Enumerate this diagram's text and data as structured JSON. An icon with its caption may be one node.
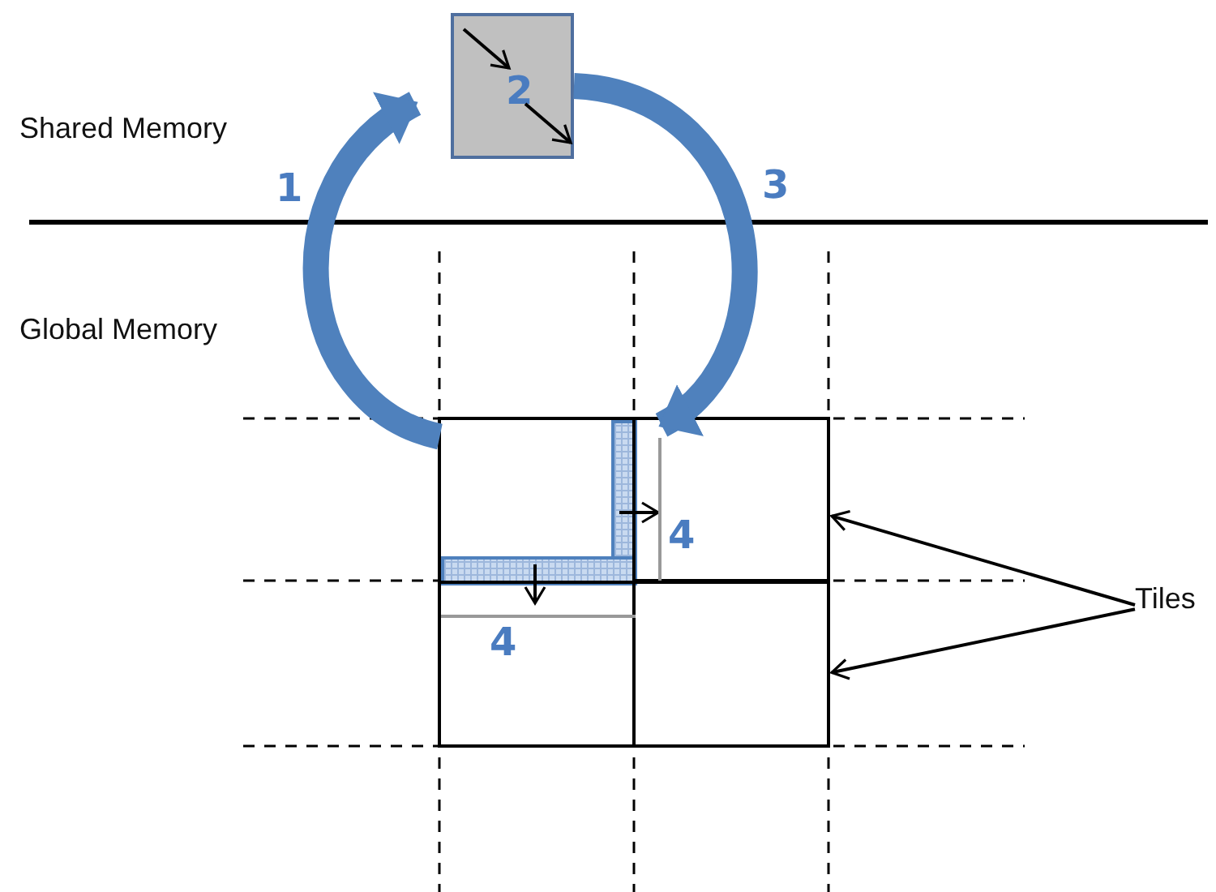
{
  "diagram": {
    "nodes": [
      {
        "text": [
          "2"
        ]
      },
      {
        "text": [],
        "shape": "box"
      },
      {
        "text": [],
        "shape": "box"
      },
      {
        "text": [],
        "shape": "box"
      },
      {
        "text": [],
        "shape": "box"
      },
      {
        "text": [],
        "shape": "bar",
        "in": 1
      },
      {
        "text": [],
        "shape": "bar",
        "in": 1
      },
      {
        "text": [
          "Tiles"
        ]
      }
    ],
    "edges": [
      {
        "from": 1,
        "to": 0,
        "arrow": "to",
        "label": "1",
        "style": "thick",
        "color": "#4f81bd"
      },
      {
        "from": 0,
        "to": 5,
        "arrow": "to",
        "label": "3",
        "style": "thick",
        "color": "#4f81bd"
      },
      {
        "from": 7,
        "to": 2,
        "arrow": "to",
        "color": "#000000"
      },
      {
        "from": 7,
        "to": 4,
        "arrow": "to",
        "color": "#000000"
      }
    ],
    "labels": [
      "Shared Memory",
      "Global Memory",
      "4",
      "4"
    ]
  }
}
